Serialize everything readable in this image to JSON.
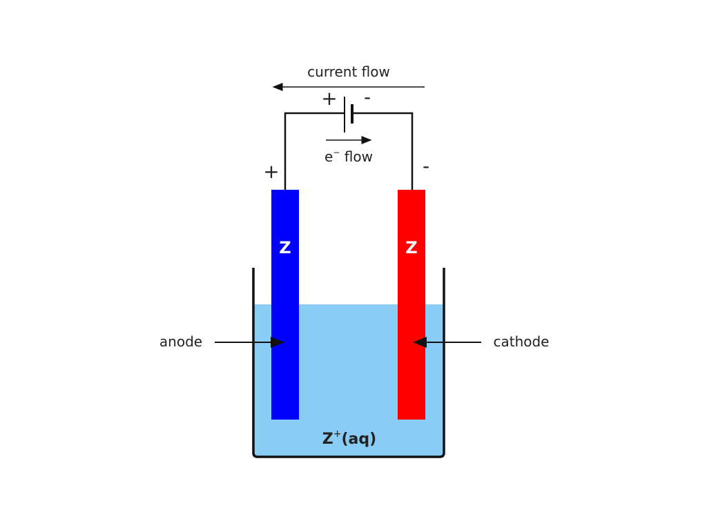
{
  "diagram": {
    "title": "Electrolytic cell",
    "current_flow_label": "current flow",
    "electron_flow_label": "e",
    "electron_flow_superscript": "−",
    "electron_flow_suffix": " flow",
    "battery": {
      "positive": "+",
      "negative": "-"
    },
    "anode": {
      "label": "anode",
      "electrode": "Z",
      "polarity": "+",
      "color": "#0000ff"
    },
    "cathode": {
      "label": "cathode",
      "electrode": "Z",
      "polarity": "-",
      "color": "#ff0000"
    },
    "electrolyte": {
      "label_main": "Z",
      "label_sup": "+",
      "label_tail": "(aq)",
      "color": "#89cdf6"
    }
  }
}
